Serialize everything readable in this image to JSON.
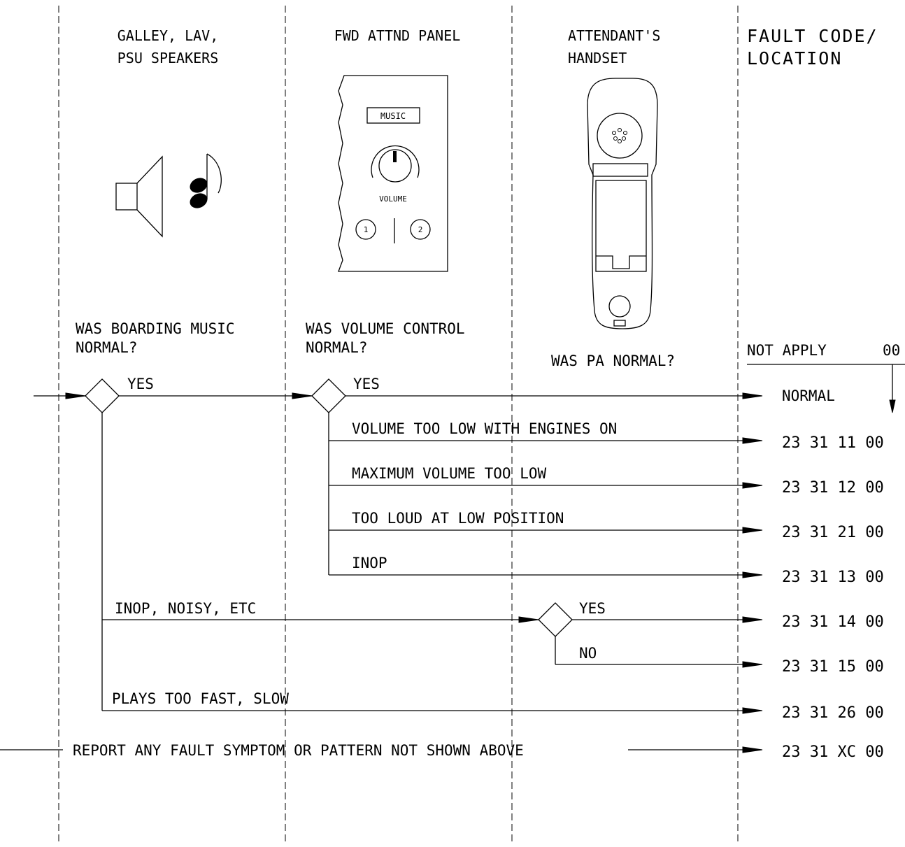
{
  "headers": {
    "speakers": [
      "GALLEY, LAV,",
      "PSU SPEAKERS"
    ],
    "panel": "FWD ATTND PANEL",
    "handset": [
      "ATTENDANT'S",
      "HANDSET"
    ],
    "fault": [
      "FAULT CODE/",
      "LOCATION"
    ]
  },
  "panel": {
    "music_label": "MUSIC",
    "volume_label": "VOLUME",
    "button1": "1",
    "button2": "2"
  },
  "questions": {
    "boarding_music": [
      "WAS BOARDING MUSIC",
      "NORMAL?"
    ],
    "volume_control": [
      "WAS VOLUME CONTROL",
      "NORMAL?"
    ],
    "pa": "WAS PA NORMAL?"
  },
  "branches": {
    "yes1": "YES",
    "yes2": "YES",
    "yes3": "YES",
    "no3": "NO",
    "volume_low_engines": "VOLUME TOO LOW WITH ENGINES ON",
    "max_volume_low": "MAXIMUM VOLUME TOO LOW",
    "too_loud_low": "TOO LOUD AT LOW POSITION",
    "inop": "INOP",
    "inop_noisy": "INOP, NOISY, ETC",
    "plays_fast_slow": "PLAYS TOO FAST, SLOW",
    "report_other": "REPORT ANY FAULT SYMPTOM OR PATTERN NOT SHOWN ABOVE"
  },
  "results": {
    "not_apply": "NOT APPLY",
    "not_apply_code": "00",
    "normal": "NORMAL",
    "codes": [
      "23 31 11 00",
      "23 31 12 00",
      "23 31 21 00",
      "23 31 13 00",
      "23 31 14 00",
      "23 31 15 00",
      "23 31 26 00",
      "23 31 XC 00"
    ]
  }
}
